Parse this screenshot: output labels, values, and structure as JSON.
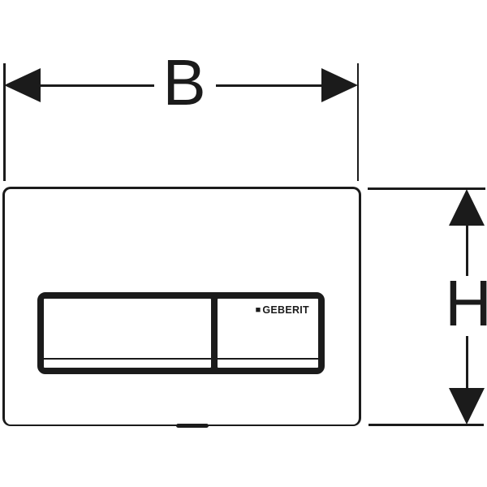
{
  "colors": {
    "ink": "#1b1b1b",
    "background": "#ffffff"
  },
  "dimension_labels": {
    "width": "B",
    "height": "H"
  },
  "plate": {
    "brand_text": "GEBERIT",
    "brand_square_icon": "■"
  }
}
